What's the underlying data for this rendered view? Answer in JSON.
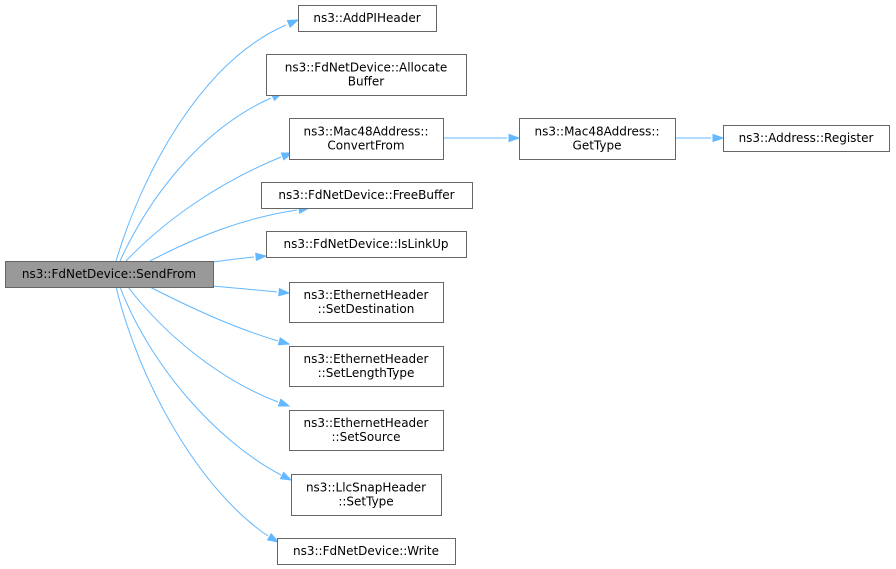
{
  "graph": {
    "kind": "call-graph",
    "edge_color": "#63b8ff",
    "root_fill": "#999999",
    "nodes": [
      {
        "id": "sendfrom",
        "lines": [
          "ns3::FdNetDevice::SendFrom"
        ],
        "root": true
      },
      {
        "id": "addpiheader",
        "lines": [
          "ns3::AddPIHeader"
        ]
      },
      {
        "id": "allocatebuffer",
        "lines": [
          "ns3::FdNetDevice::Allocate",
          "Buffer"
        ]
      },
      {
        "id": "convertfrom",
        "lines": [
          "ns3::Mac48Address::",
          "ConvertFrom"
        ]
      },
      {
        "id": "gettype",
        "lines": [
          "ns3::Mac48Address::",
          "GetType"
        ]
      },
      {
        "id": "register",
        "lines": [
          "ns3::Address::Register"
        ]
      },
      {
        "id": "freebuffer",
        "lines": [
          "ns3::FdNetDevice::FreeBuffer"
        ]
      },
      {
        "id": "islinkup",
        "lines": [
          "ns3::FdNetDevice::IsLinkUp"
        ]
      },
      {
        "id": "setdestination",
        "lines": [
          "ns3::EthernetHeader",
          "::SetDestination"
        ]
      },
      {
        "id": "setlengthtype",
        "lines": [
          "ns3::EthernetHeader",
          "::SetLengthType"
        ]
      },
      {
        "id": "setsource",
        "lines": [
          "ns3::EthernetHeader",
          "::SetSource"
        ]
      },
      {
        "id": "settype",
        "lines": [
          "ns3::LlcSnapHeader",
          "::SetType"
        ]
      },
      {
        "id": "write",
        "lines": [
          "ns3::FdNetDevice::Write"
        ]
      }
    ],
    "edges": [
      {
        "from": "sendfrom",
        "to": "addpiheader"
      },
      {
        "from": "sendfrom",
        "to": "allocatebuffer"
      },
      {
        "from": "sendfrom",
        "to": "convertfrom"
      },
      {
        "from": "convertfrom",
        "to": "gettype"
      },
      {
        "from": "gettype",
        "to": "register"
      },
      {
        "from": "sendfrom",
        "to": "freebuffer"
      },
      {
        "from": "sendfrom",
        "to": "islinkup"
      },
      {
        "from": "sendfrom",
        "to": "setdestination"
      },
      {
        "from": "sendfrom",
        "to": "setlengthtype"
      },
      {
        "from": "sendfrom",
        "to": "setsource"
      },
      {
        "from": "sendfrom",
        "to": "settype"
      },
      {
        "from": "sendfrom",
        "to": "write"
      }
    ]
  }
}
